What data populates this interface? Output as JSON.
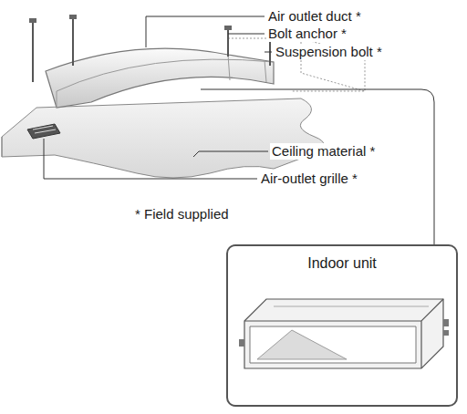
{
  "diagram": {
    "nodes": [
      {
        "text": [
          "Indoor unit"
        ]
      }
    ],
    "labels": [
      "Air outlet duct *",
      "Bolt anchor *",
      "Suspension bolt *",
      "Ceiling material *",
      "Air-outlet grille *",
      "* Field supplied"
    ]
  }
}
